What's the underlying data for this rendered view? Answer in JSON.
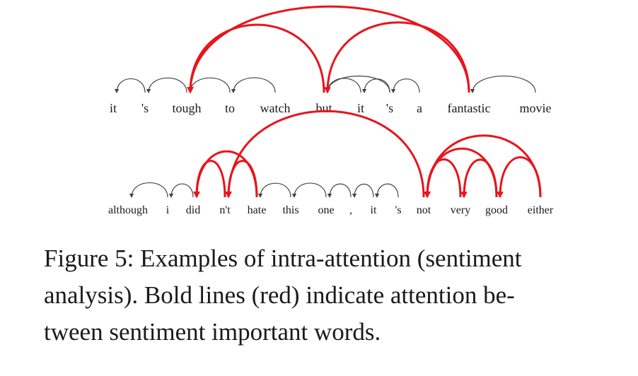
{
  "figure": {
    "sentences": [
      {
        "tokens": [
          "it",
          "'s",
          "tough",
          "to",
          "watch",
          "but",
          "it",
          "'s",
          "a",
          "fantastic",
          "movie"
        ],
        "thin_arcs": [
          [
            0,
            1
          ],
          [
            1,
            2
          ],
          [
            2,
            3
          ],
          [
            3,
            4
          ],
          [
            5,
            6
          ],
          [
            5,
            7
          ],
          [
            6,
            7
          ],
          [
            7,
            8
          ],
          [
            9,
            10
          ]
        ],
        "bold_arcs": [
          [
            2,
            5
          ],
          [
            2,
            9
          ],
          [
            5,
            9
          ]
        ]
      },
      {
        "tokens": [
          "although",
          "i",
          "did",
          "n't",
          "hate",
          "this",
          "one",
          ",",
          "it",
          "'s",
          "not",
          "very",
          "good",
          "either"
        ],
        "thin_arcs": [
          [
            0,
            1
          ],
          [
            1,
            2
          ],
          [
            4,
            5
          ],
          [
            5,
            6
          ],
          [
            6,
            7
          ],
          [
            7,
            8
          ],
          [
            8,
            9
          ]
        ],
        "bold_arcs": [
          [
            2,
            3
          ],
          [
            2,
            4
          ],
          [
            3,
            4
          ],
          [
            3,
            10
          ],
          [
            10,
            11
          ],
          [
            10,
            12
          ],
          [
            10,
            13
          ],
          [
            11,
            12
          ],
          [
            12,
            13
          ]
        ]
      }
    ],
    "colors": {
      "thin": "#444444",
      "bold": "#e8141c"
    }
  },
  "caption": {
    "lines": [
      "Figure 5:   Examples of intra-attention (sentiment",
      "analysis).  Bold lines (red) indicate attention be-",
      "tween sentiment important words."
    ]
  }
}
